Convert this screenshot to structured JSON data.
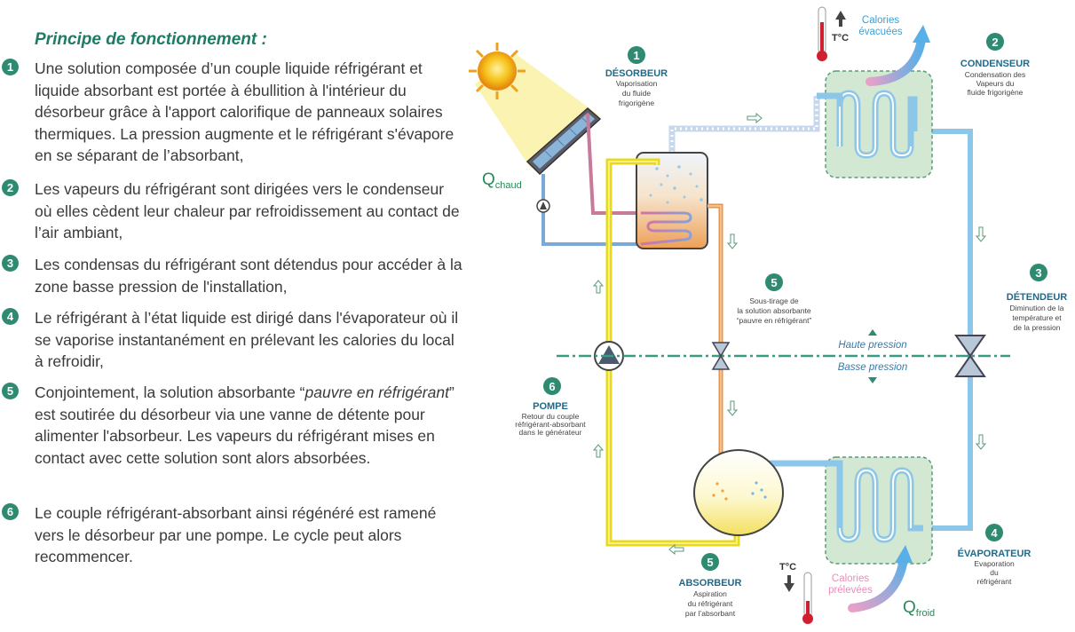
{
  "title": "Principe de fonctionnement :",
  "steps": [
    {
      "num": "1",
      "text": "Une solution composée d’un couple liquide réfrigérant et liquide absorbant est portée à ébullition à l'intérieur du désorbeur grâce à l'apport calorifique de panneaux solaires thermiques. La pression augmente et le réfrigérant s'évapore en se séparant de l’absorbant,"
    },
    {
      "num": "2",
      "text": "Les vapeurs du réfrigérant sont dirigées vers le condenseur où elles cèdent leur chaleur par refroidissement au contact de l’air ambiant,"
    },
    {
      "num": "3",
      "text": "Les condensas du réfrigérant sont détendus pour accéder à la zone basse pression de l'installation,"
    },
    {
      "num": "4",
      "text": "Le réfrigérant à l’état liquide est dirigé dans l'évaporateur où il se vaporise instantanément en prélevant les calories du local à refroidir,"
    },
    {
      "num": "5",
      "text_before": "Conjointement, la solution absorbante “",
      "text_italic": "pauvre en réfrigérant",
      "text_after": "” est soutirée du désorbeur via une vanne de détente pour alimenter l'absorbeur. Les vapeurs du réfrigérant mises en contact avec cette solution sont alors absorbées."
    },
    {
      "num": "6",
      "text": "Le couple réfrigérant-absorbant ainsi régénéré est ramené vers le désorbeur par une pompe. Le cycle peut alors recommencer."
    }
  ],
  "diagram": {
    "desorbeur": {
      "num": "1",
      "title": "DÉSORBEUR",
      "desc": [
        "Vaporisation",
        "du fluide",
        "frigorigène"
      ]
    },
    "condenseur": {
      "num": "2",
      "title": "CONDENSEUR",
      "desc": [
        "Condensation des",
        "Vapeurs du",
        "fluide frigorigène"
      ]
    },
    "detendeur": {
      "num": "3",
      "title": "DÉTENDEUR",
      "desc": [
        "Diminution de la",
        "température et",
        "de la pression"
      ]
    },
    "evaporateur": {
      "num": "4",
      "title": "ÉVAPORATEUR",
      "desc": [
        "Evaporation",
        "du",
        "réfrigérant"
      ]
    },
    "soutirage": {
      "num": "5",
      "desc": [
        "Sous-tirage de",
        "la solution absorbante",
        "“pauvre en réfrigérant”"
      ]
    },
    "absorbeur": {
      "num": "5",
      "title": "ABSORBEUR",
      "desc": [
        "Aspiration",
        "du réfrigérant",
        "par l’absorbant"
      ]
    },
    "pompe": {
      "num": "6",
      "title": "POMPE",
      "desc": [
        "Retour du couple",
        "réfrigérant-absorbant",
        "dans le générateur"
      ]
    },
    "haute_pression": "Haute pression",
    "basse_pression": "Basse pression",
    "calories_evacuees": [
      "Calories",
      "évacuées"
    ],
    "calories_prelevees": [
      "Calories",
      "prélevées"
    ],
    "tc": "T°C",
    "q_chaud": {
      "q": "Q",
      "sub": "chaud"
    },
    "q_froid": {
      "q": "Q",
      "sub": "froid"
    }
  },
  "colors": {
    "accent": "#2f8a72",
    "hot": "#e8944a",
    "cold": "#8cc6e8",
    "solution": "#f0e030"
  }
}
